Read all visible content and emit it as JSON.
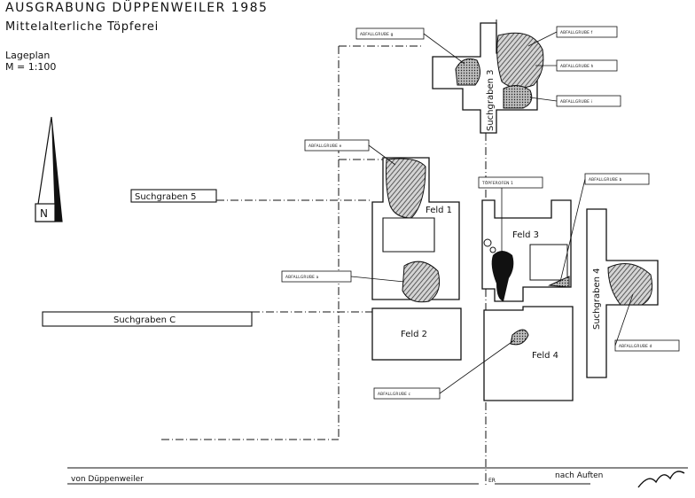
{
  "header": {
    "title": "AUSGRABUNG DÜPPENWEILER 1985",
    "subtitle": "Mittelalterliche Töpferei",
    "plan_type": "Lageplan",
    "scale": "M = 1:100"
  },
  "north": {
    "label": "N"
  },
  "trenches": {
    "suchgraben_3": "Suchgraben 3",
    "suchgraben_5": "Suchgraben 5",
    "suchgraben_c": "Suchgraben C",
    "suchgraben_4": "Suchgraben 4"
  },
  "fields": {
    "feld_1": "Feld 1",
    "feld_2": "Feld 2",
    "feld_3": "Feld 3",
    "feld_4": "Feld 4"
  },
  "pits": {
    "abfallgrube_g": "ABFALLGRUBE g",
    "abfallgrube_f": "ABFALLGRUBE f",
    "abfallgrube_h": "ABFALLGRUBE h",
    "abfallgrube_i": "ABFALLGRUBE i",
    "abfallgrube_e": "ABFALLGRUBE e",
    "abfallgrube_b": "ABFALLGRUBE b",
    "abfallgrube_a": "ABFALLGRUBE a",
    "abfallgrube_d": "ABFALLGRUBE d",
    "abfallgrube_c": "ABFALLGRUBE c",
    "toepferofen": "TÖPFEROFEN 1"
  },
  "road": {
    "from": "von Düppenweiler",
    "to": "nach Auften",
    "km": "ER"
  },
  "signature": "Signature (handwritten)"
}
